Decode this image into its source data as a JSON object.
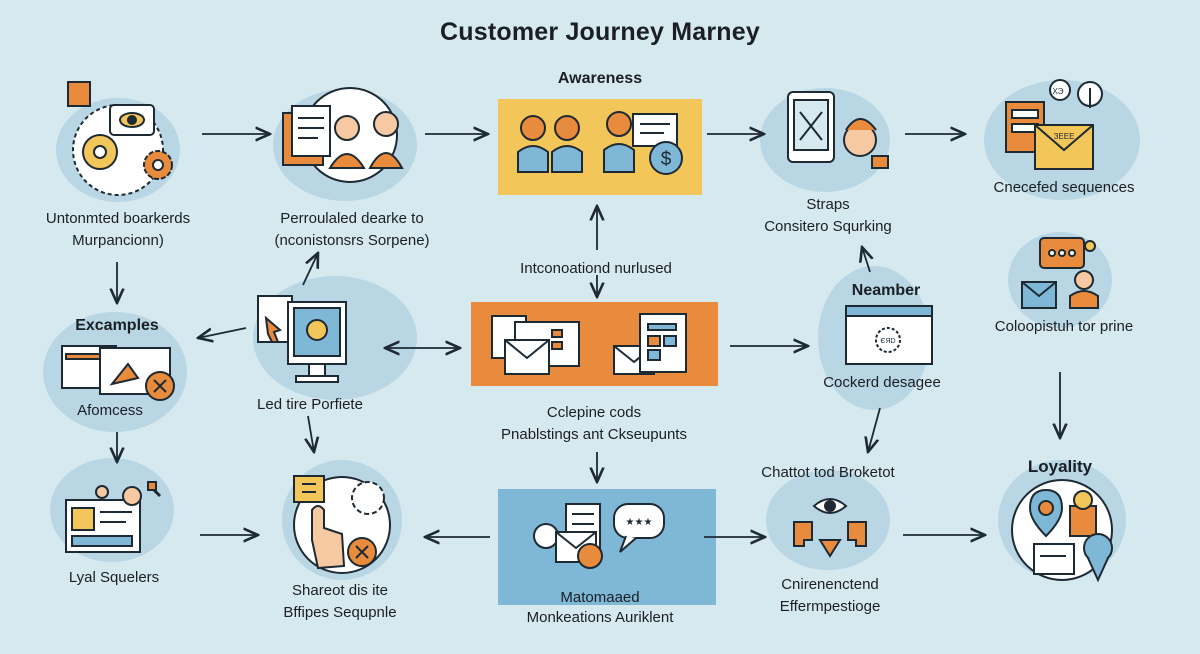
{
  "title": "Customer Journey Marney",
  "colors": {
    "background": "#d6e9ef",
    "blob": "#b8d6e4",
    "orange": "#e88b3c",
    "yellow": "#f3c65a",
    "blue_box": "#7fb7d6",
    "stroke": "#1e2a33"
  },
  "nodes": {
    "untonmted": {
      "line1": "Untonmted boarkerds",
      "line2": "Murpancionn)"
    },
    "perroulaled": {
      "line1": "Perroulaled dearke to",
      "line2": "(nconistonsrs Sorpene)"
    },
    "awareness": {
      "heading": "Awareness"
    },
    "straps": {
      "line1": "Straps",
      "line2": "Consitero Squrking"
    },
    "cnecefed": {
      "line1": "Cnecefed sequences"
    },
    "intconoationd": {
      "line1": "Intconoationd nurlused"
    },
    "excamples": {
      "heading": "Excamples",
      "line1": "Afomcess"
    },
    "led_tire": {
      "line1": "Led tire Porfiete"
    },
    "cclepine": {
      "line1": "Cclepine cods",
      "line2": "Pnablstings ant Ckseupunts"
    },
    "neamber": {
      "heading": "Neamber",
      "line1": "Cockerd desagee"
    },
    "coloopistuh": {
      "line1": "Coloopistuh tor prine"
    },
    "lyal": {
      "line1": "Lyal Squelers"
    },
    "shareot": {
      "line1": "Shareot dis ite",
      "line2": "Bffipes Sequpnle"
    },
    "matomaaed": {
      "line1": "Matomaaed",
      "line2": "Monkeations Auriklent"
    },
    "chattot": {
      "line1": "Chattot tod Broketot",
      "line2": "Cnirenenctend",
      "line3": "Effermpestioge"
    },
    "loyality": {
      "heading": "Loyality"
    }
  },
  "icons": {
    "awareness_badge": "$",
    "review_badge": "★★★",
    "screen_badge": "ЄЯD",
    "mail_badge": "ЗЕЕЕ",
    "chat_badge": "XЭ"
  }
}
